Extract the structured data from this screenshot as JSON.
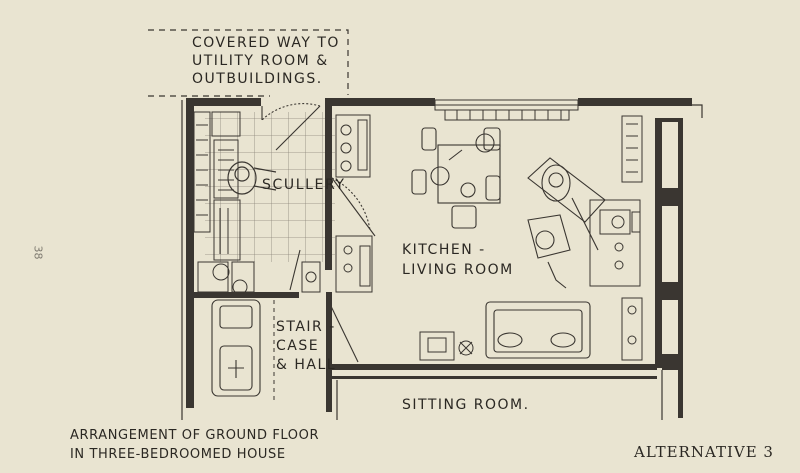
{
  "plan": {
    "covered_way": [
      "COVERED WAY TO",
      "UTILITY ROOM &",
      "OUTBUILDINGS."
    ],
    "scullery": "SCULLERY",
    "kitchen": [
      "KITCHEN -",
      "LIVING ROOM"
    ],
    "stair": [
      "STAIR -",
      "CASE",
      "& HALL"
    ],
    "sitting_room": "SITTING ROOM."
  },
  "caption": [
    "ARRANGEMENT OF GROUND FLOOR",
    "IN THREE-BEDROOMED HOUSE"
  ],
  "alternative": "ALTERNATIVE 3",
  "page_number": "38",
  "colors": {
    "paper": "#e9e4d1",
    "ink": "#2a2722",
    "wall": "#3a3631",
    "tile": "#8a857a"
  }
}
